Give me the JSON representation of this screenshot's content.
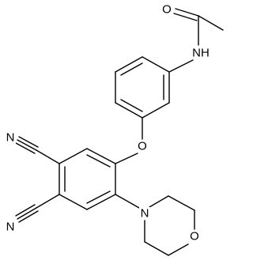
{
  "molecule": {
    "atom_labels": {
      "acetyl_oxygen": "O",
      "amide_nitrogen": "NH",
      "ether_oxygen": "O",
      "nitrile_nitrogen_top": "N",
      "nitrile_nitrogen_bottom": "N",
      "morpholine_nitrogen": "N",
      "morpholine_oxygen": "O"
    }
  },
  "colors": {
    "bond": "#000000",
    "label": "#000000",
    "background": "#ffffff"
  }
}
